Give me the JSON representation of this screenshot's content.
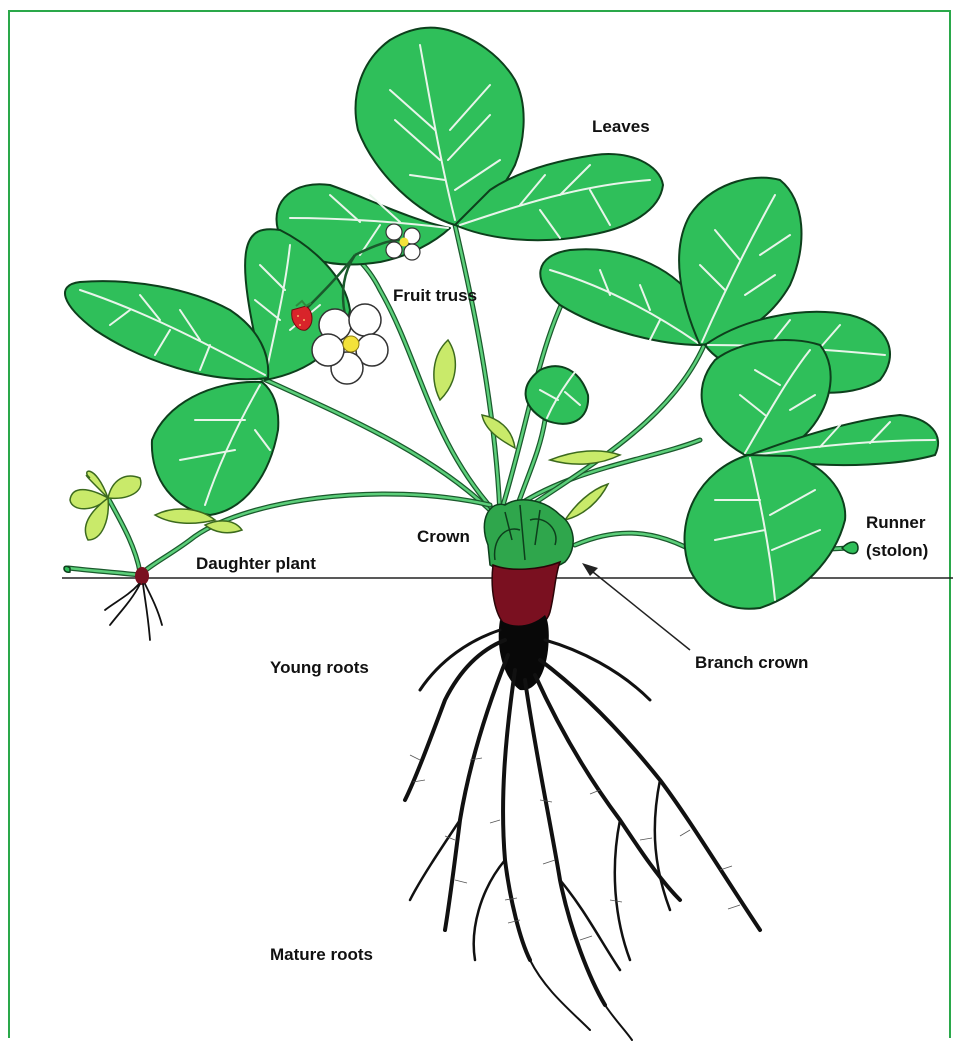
{
  "labels": {
    "leaves": "Leaves",
    "fruit_truss": "Fruit truss",
    "crown": "Crown",
    "daughter_plant": "Daughter plant",
    "runner_line1": "Runner",
    "runner_line2": "(stolon)",
    "branch_crown": "Branch crown",
    "young_roots": "Young roots",
    "mature_roots": "Mature roots"
  },
  "colors": {
    "frame": "#2aa84a",
    "leaf": "#2fbf5a",
    "young_leaf": "#c9ea6a",
    "crown_base": "#7a1020",
    "roots": "#111111",
    "flower": "#ffffff",
    "flower_center": "#f3e23a",
    "berry": "#d8242a"
  }
}
